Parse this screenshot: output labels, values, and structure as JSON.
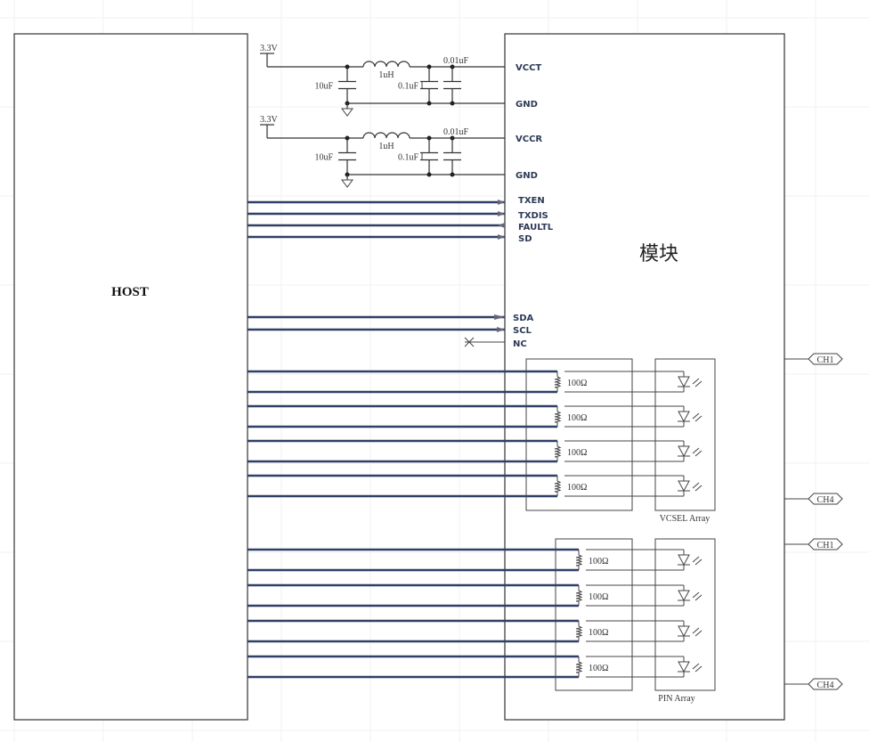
{
  "host": {
    "label": "HOST"
  },
  "module": {
    "label": "模块"
  },
  "power_blocks": [
    {
      "supply": "3.3V",
      "inductor": "1uH",
      "cap_bulk": "10uF",
      "cap_mid": "0.1uF",
      "cap_small": "0.01uF",
      "pin": "VCCT",
      "gnd": "GND"
    },
    {
      "supply": "3.3V",
      "inductor": "1uH",
      "cap_bulk": "10uF",
      "cap_mid": "0.1uF",
      "cap_small": "0.01uF",
      "pin": "VCCR",
      "gnd": "GND"
    }
  ],
  "control_pins": [
    "TXEN",
    "TXDIS",
    "FAULTL",
    "SD"
  ],
  "i2c_pins": [
    "SDA",
    "SCL",
    "NC"
  ],
  "tx": {
    "resistors": [
      "100Ω",
      "100Ω",
      "100Ω",
      "100Ω"
    ],
    "array_label": "VCSEL Array"
  },
  "rx": {
    "resistors": [
      "100Ω",
      "100Ω",
      "100Ω",
      "100Ω"
    ],
    "array_label": "PIN Array"
  },
  "channels": {
    "tx_first": "CH1",
    "tx_last": "CH4",
    "rx_first": "CH1",
    "rx_last": "CH4"
  }
}
